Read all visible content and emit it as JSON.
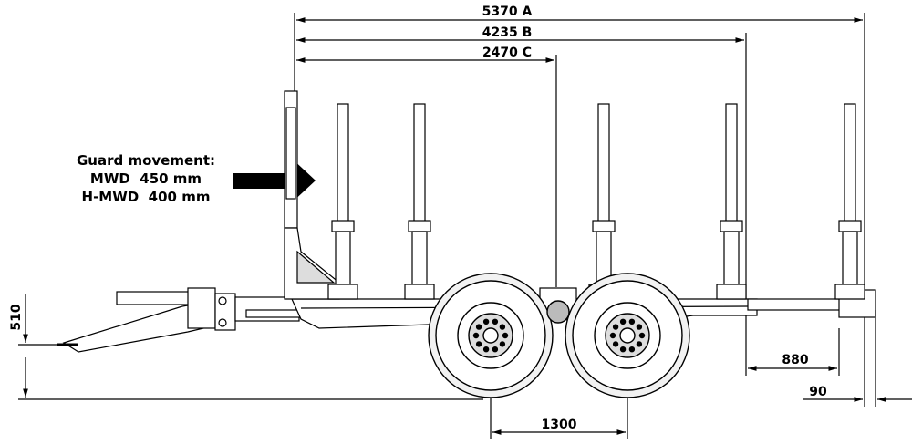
{
  "guard_note": {
    "title": "Guard movement:",
    "line1": "MWD  450 mm",
    "line2": "H-MWD  400 mm"
  },
  "dimensions": {
    "dim_a": "5370 A",
    "dim_b": "4235 B",
    "dim_c": "2470 C",
    "height": "510",
    "wheelbase": "1300",
    "rear_overhang": "880",
    "rear_end": "90"
  },
  "colors": {
    "line": "#000000",
    "frame_fill": "#ffffff",
    "tyre_fill": "#f2f2f2"
  }
}
